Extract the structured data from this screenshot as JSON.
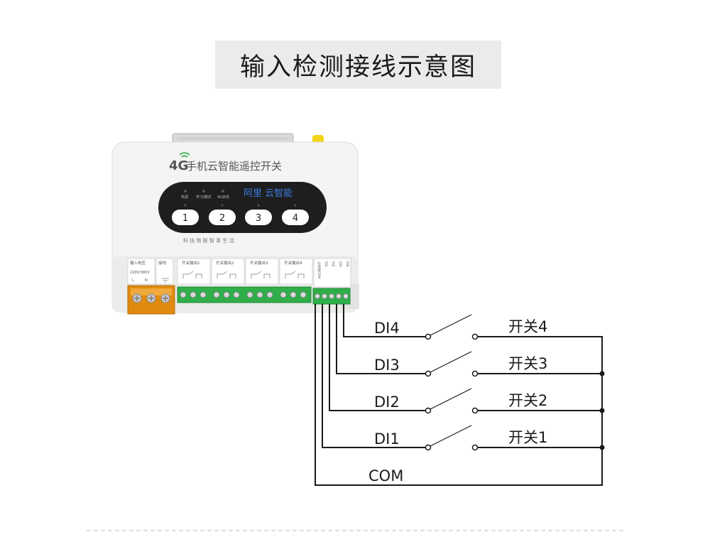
{
  "title": "输入检测接线示意图",
  "device": {
    "brand_4g": "4G",
    "name": "手机云智能遥控开关",
    "indicators": [
      "电源",
      "学习/模式",
      "4G状态"
    ],
    "cloud_label": "阿里 云智能",
    "buttons": [
      "1",
      "2",
      "3",
      "4"
    ],
    "slogan": "科 技 物 联   智 事 生 活",
    "terminals": {
      "power_label": "输入电压",
      "power_voltage": "220V/380V",
      "power_l": "L",
      "power_n": "N",
      "ground_label": "接地",
      "outputs": [
        "开关输出1",
        "开关输出2",
        "开关输出3",
        "开关输出4"
      ],
      "inputs": [
        "公共地COM",
        "DI1",
        "DI2",
        "DI3",
        "DI4"
      ]
    }
  },
  "wiring": {
    "inputs": [
      "DI4",
      "DI3",
      "DI2",
      "DI1"
    ],
    "switches": [
      "开关4",
      "开关3",
      "开关2",
      "开关1"
    ],
    "common": "COM"
  },
  "colors": {
    "title_bg": "#ebebeb",
    "device_body": "#f4f4f2",
    "terminal_green": "#2fae4a",
    "terminal_orange": "#e08a10",
    "indicator_yellow": "#f1d416",
    "panel_dark": "#1e1e1e",
    "cloud_blue": "#3a7de0",
    "wire": "#1a1a1a"
  }
}
